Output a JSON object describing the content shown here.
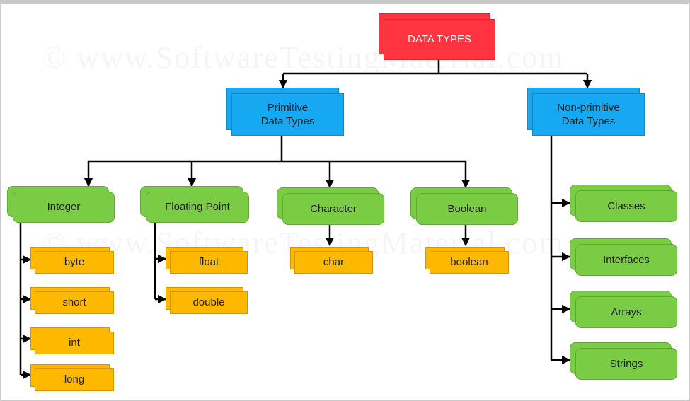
{
  "root": {
    "label": "DATA TYPES"
  },
  "categories": {
    "primitive": {
      "line1": "Primitive",
      "line2": "Data Types"
    },
    "non_primitive": {
      "line1": "Non-primitive",
      "line2": "Data Types"
    }
  },
  "primitive_groups": {
    "integer": {
      "label": "Integer",
      "types": [
        "byte",
        "short",
        "int",
        "long"
      ]
    },
    "floating_point": {
      "label": "Floating Point",
      "types": [
        "float",
        "double"
      ]
    },
    "character": {
      "label": "Character",
      "types": [
        "char"
      ]
    },
    "boolean": {
      "label": "Boolean",
      "types": [
        "boolean"
      ]
    }
  },
  "non_primitive_types": [
    "Classes",
    "Interfaces",
    "Arrays",
    "Strings"
  ],
  "watermark": "© www.SoftwareTestingMaterial.com",
  "colors": {
    "root": "#ff3440",
    "category": "#16a8f0",
    "group": "#7acc44",
    "type": "#ffb800",
    "connector": "#000000"
  }
}
